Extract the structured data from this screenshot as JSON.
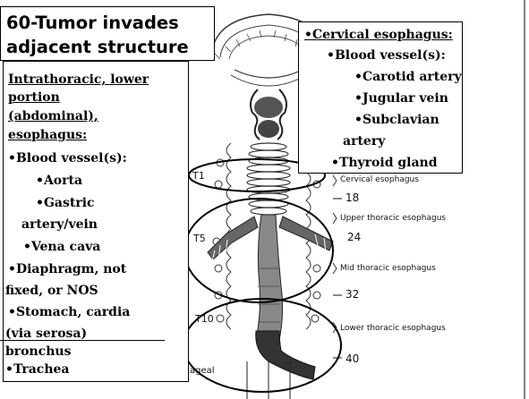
{
  "title": {
    "line1": "60-Tumor invades",
    "line2": "adjacent structure"
  },
  "left_box": {
    "lines": [
      "Intrathoracic, lower",
      "portion",
      "(abdominal),",
      "esophagus:"
    ],
    "items": [
      "•Blood vessel(s):",
      "•Aorta",
      "•Gastric",
      "artery/vein",
      "•Vena cava",
      "•Diaphragm, not",
      "fixed, or NOS",
      "•Stomach, cardia",
      "(via serosa)",
      "bronchus",
      "•Trachea"
    ]
  },
  "right_box": {
    "heading": "•Cervical esophagus:",
    "items": [
      "•Blood vessel(s):",
      "•Carotid artery",
      "•Jugular vein",
      "•Subclavian",
      "artery",
      "•Thyroid gland"
    ]
  },
  "diagram": {
    "vertebra_labels": [
      "T1",
      "T5",
      "T10"
    ],
    "region_labels": [
      "Cervical esophagus",
      "Upper thoracic esophagus",
      "Mid thoracic esophagus",
      "Lower thoracic esophagus"
    ],
    "distance_marks": [
      "18",
      "24",
      "32",
      "40"
    ],
    "partial_label": "ageal"
  }
}
